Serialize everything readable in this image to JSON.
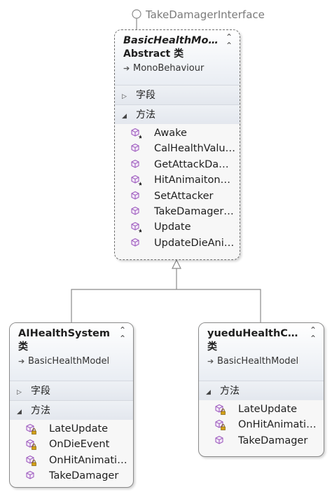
{
  "interface": {
    "name": "TakeDamagerInterface"
  },
  "classes": [
    {
      "id": "basic",
      "title": "BasicHealthModel",
      "kind": "Abstract 类",
      "base": "MonoBehaviour",
      "sections": {
        "fields_label": "字段",
        "methods_label": "方法"
      },
      "methods": [
        {
          "name": "Awake",
          "access": "protected"
        },
        {
          "name": "CalHealthValu…",
          "access": "public"
        },
        {
          "name": "GetAttackDa…",
          "access": "public"
        },
        {
          "name": "HitAnimaiton…",
          "access": "protected"
        },
        {
          "name": "SetAttacker",
          "access": "public"
        },
        {
          "name": "TakeDamager…",
          "access": "public"
        },
        {
          "name": "Update",
          "access": "protected"
        },
        {
          "name": "UpdateDieAni…",
          "access": "public"
        }
      ]
    },
    {
      "id": "ai",
      "title": "AIHealthSystem",
      "kind": "类",
      "base": "BasicHealthModel",
      "sections": {
        "fields_label": "字段",
        "methods_label": "方法"
      },
      "methods": [
        {
          "name": "LateUpdate",
          "access": "private"
        },
        {
          "name": "OnDieEvent",
          "access": "private"
        },
        {
          "name": "OnHitAnimati…",
          "access": "private"
        },
        {
          "name": "TakeDamager",
          "access": "public"
        }
      ]
    },
    {
      "id": "yuedu",
      "title": "yueduHealthC…",
      "kind": "类",
      "base": "BasicHealthModel",
      "sections": {
        "methods_label": "方法"
      },
      "methods": [
        {
          "name": "LateUpdate",
          "access": "private"
        },
        {
          "name": "OnHitAnimati…",
          "access": "private"
        },
        {
          "name": "TakeDamager",
          "access": "public"
        }
      ]
    }
  ],
  "colors": {
    "method_icon": "#a05fc0",
    "lock": "#d4a017",
    "border": "#8a8a8a"
  }
}
